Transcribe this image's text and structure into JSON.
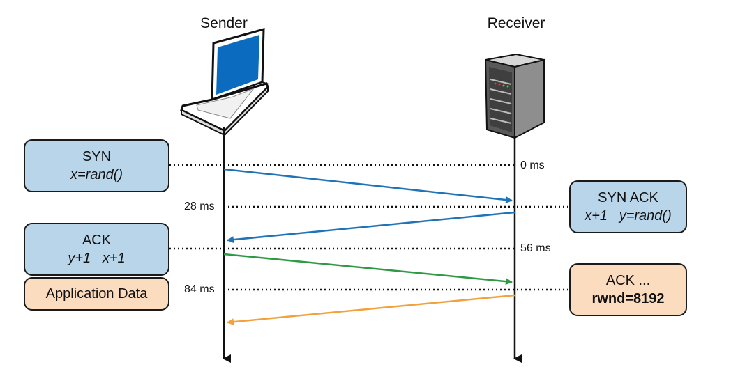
{
  "actors": {
    "sender": {
      "label": "Sender",
      "icon": "laptop-icon"
    },
    "receiver": {
      "label": "Receiver",
      "icon": "server-icon"
    }
  },
  "timeline": {
    "t0": "0 ms",
    "t28": "28 ms",
    "t56": "56 ms",
    "t84": "84 ms"
  },
  "left_boxes": {
    "syn": {
      "title": "SYN",
      "detail": "x=rand()"
    },
    "ack": {
      "title": "ACK",
      "detail": "y+1   x+1"
    },
    "app_data": {
      "title": "Application Data"
    }
  },
  "right_boxes": {
    "syn_ack": {
      "title": "SYN ACK",
      "detail": "x+1   y=rand()"
    },
    "ack_rwnd": {
      "title": "ACK ...",
      "detail": "rwnd=8192"
    }
  },
  "colors": {
    "syn_arrow": "#1f73b7",
    "synack_arrow": "#1f73b7",
    "ack_arrow": "#2e9a45",
    "data_arrow": "#f2a23a",
    "box_blue": "#b9d5ea",
    "box_peach": "#fbdcbf"
  }
}
